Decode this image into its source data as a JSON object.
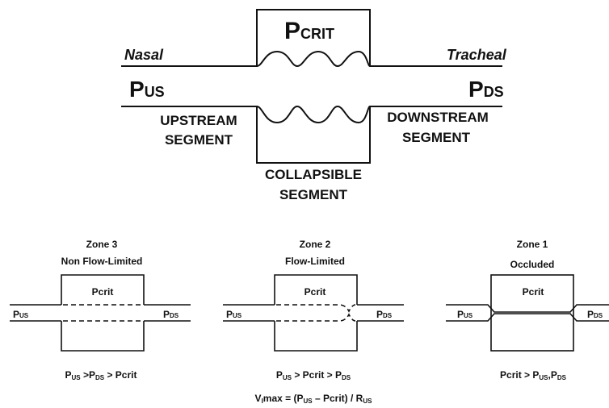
{
  "top": {
    "pcrit": {
      "main": "P",
      "sub": "CRIT"
    },
    "nasal": "Nasal",
    "tracheal": "Tracheal",
    "pus": {
      "main": "P",
      "sub": "US"
    },
    "pds": {
      "main": "P",
      "sub": "DS"
    },
    "upstream": [
      "UPSTREAM",
      "SEGMENT"
    ],
    "downstream": [
      "DOWNSTREAM",
      "SEGMENT"
    ],
    "collapsible": [
      "COLLAPSIBLE",
      "SEGMENT"
    ]
  },
  "zones": [
    {
      "title": "Zone 3",
      "subtitle": "Non Flow-Limited",
      "box_label": "Pcrit",
      "pus": {
        "main": "P",
        "sub": "US"
      },
      "pds": {
        "main": "P",
        "sub": "DS"
      },
      "condition": {
        "p1": "P",
        "s1": "US",
        "t1": " >P",
        "s2": "DS",
        "t2": " > Pcrit"
      }
    },
    {
      "title": "Zone 2",
      "subtitle": "Flow-Limited",
      "box_label": "Pcrit",
      "pus": {
        "main": "P",
        "sub": "US"
      },
      "pds": {
        "main": "P",
        "sub": "DS"
      },
      "condition": {
        "p1": "P",
        "s1": "US",
        "t1": " > Pcrit > P",
        "s2": "DS",
        "t2": ""
      }
    },
    {
      "title": "Zone 1",
      "subtitle": "Occluded",
      "box_label": "Pcrit",
      "pus": {
        "main": "P",
        "sub": "US"
      },
      "pds": {
        "main": "P",
        "sub": "DS"
      },
      "condition": {
        "p1": "Pcrit > P",
        "s1": "US",
        "t1": ",P",
        "s2": "DS",
        "t2": ""
      }
    }
  ],
  "formula": {
    "a": "V",
    "a_sub": "I",
    "b": "max = (P",
    "b_sub": "US",
    "c": " – Pcrit) / R",
    "c_sub": "US"
  }
}
